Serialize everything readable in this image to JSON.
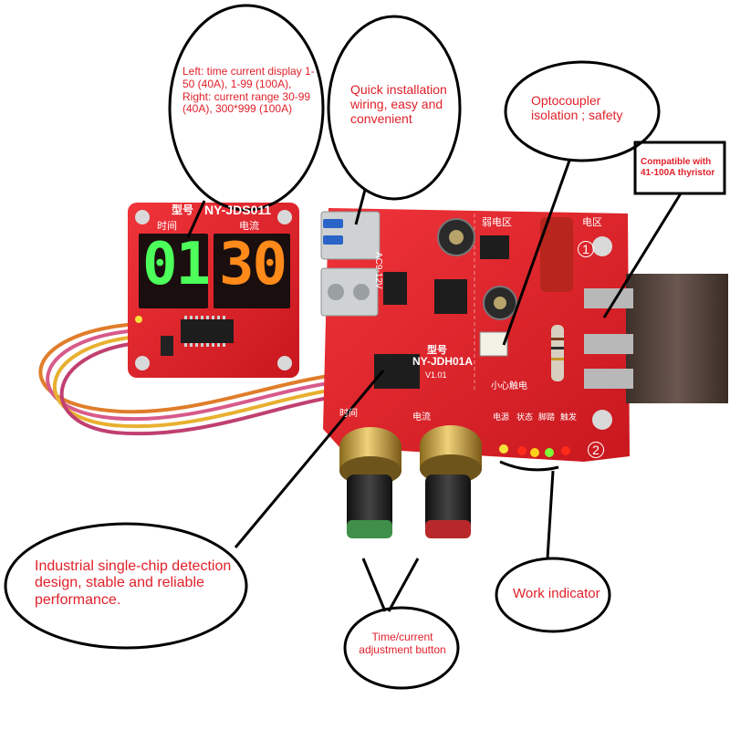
{
  "display_board": {
    "model_prefix": "型号",
    "model": "NY-JDS011",
    "label_time": "时间",
    "label_current": "电流",
    "time_value": "01",
    "current_value": "30",
    "time_digit_color": "#4cff5a",
    "current_digit_color": "#ff8a1a",
    "pcb_color": "#e5232a"
  },
  "main_board": {
    "model_prefix": "型号",
    "model": "NY-JDH01A",
    "version": "V1.01",
    "weak_zone": "弱电区",
    "strong_zone": "电区",
    "careful_shock": "小心触电",
    "terminal_label": "AC9-12V",
    "bottom_time": "时间",
    "bottom_current": "电流",
    "indicator_labels": [
      "电源",
      "状态",
      "脚踏",
      "触发"
    ],
    "led_colors": [
      "#f6e23a",
      "#ff2a1a",
      "#ffd21a",
      "#7dff3a",
      "#ff2a1a"
    ],
    "marker_1": "1",
    "marker_2": "2"
  },
  "callouts": {
    "display_info": "Left: time current display 1-50 (40A), 1-99 (100A), Right: current range 30-99 (40A), 300*999 (100A)",
    "wiring": "Quick installation wiring, easy and convenient",
    "optocoupler": "Optocoupler isolation ; safety",
    "thyristor": "Compatible with 41-100A thyristor",
    "chip": "Industrial single-chip detection design, stable and reliable performance.",
    "indicator": "Work indicator",
    "knobs": "Time/current adjustment button"
  }
}
